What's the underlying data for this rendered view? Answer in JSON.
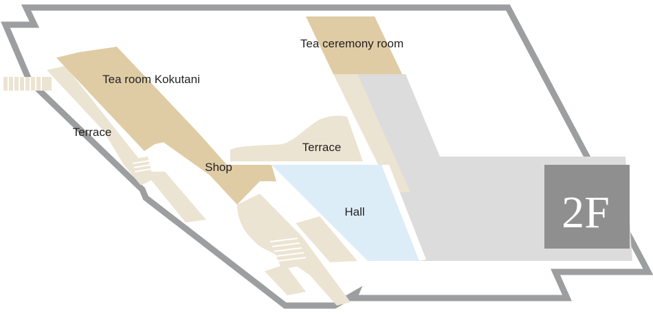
{
  "floor": {
    "label": "2F"
  },
  "rooms": {
    "tea_ceremony": "Tea ceremony room",
    "tea_room": "Tea room Kokutani",
    "terrace_left": "Terrace",
    "terrace_center": "Terrace",
    "shop": "Shop",
    "hall": "Hall"
  },
  "colors": {
    "outline": "#9d9e9f",
    "room_tan": "#dfcca4",
    "terrace_beige": "#ece4d2",
    "hall_blue": "#dcedf8",
    "gray_area": "#dcdcdc",
    "badge": "#8f8f8f"
  }
}
